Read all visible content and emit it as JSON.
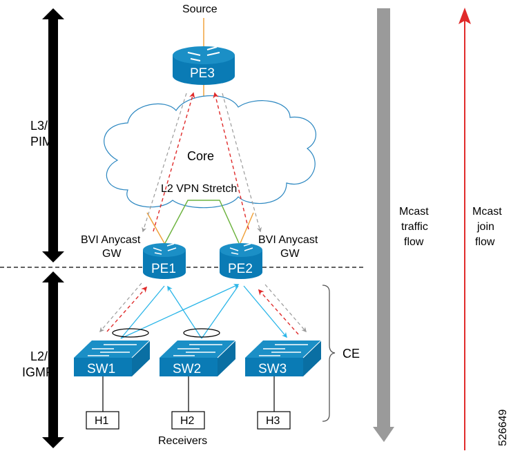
{
  "diagram": {
    "source_label": "Source",
    "core_label": "Core",
    "l2vpn_label": "L2 VPN Stretch",
    "bvi_left": [
      "BVI Anycast",
      "GW"
    ],
    "bvi_right": [
      "BVI Anycast",
      "GW"
    ],
    "layers": {
      "top": [
        "L3/",
        "PIM"
      ],
      "bottom": [
        "L2/",
        "IGMP"
      ]
    },
    "routers": [
      {
        "id": "pe3",
        "label": "PE3"
      },
      {
        "id": "pe1",
        "label": "PE1"
      },
      {
        "id": "pe2",
        "label": "PE2"
      }
    ],
    "switches": [
      {
        "id": "sw1",
        "label": "SW1"
      },
      {
        "id": "sw2",
        "label": "SW2"
      },
      {
        "id": "sw3",
        "label": "SW3"
      }
    ],
    "hosts": [
      {
        "id": "h1",
        "label": "H1"
      },
      {
        "id": "h2",
        "label": "H2"
      },
      {
        "id": "h3",
        "label": "H3"
      }
    ],
    "receivers_label": "Receivers",
    "ce_label": "CE",
    "legend": {
      "traffic": [
        "Mcast",
        "traffic",
        "flow"
      ],
      "join": [
        "Mcast",
        "join",
        "flow"
      ]
    },
    "figure_id": "526649",
    "colors": {
      "device_blue": "#0a7bb5",
      "device_top": "#1b8fc6",
      "cloud_stroke": "#2a86c0",
      "source_line": "#f0a23c",
      "l2vpn_line": "#6db33f",
      "join_red": "#e02a2a",
      "traffic_gray": "#9a9a9a",
      "access_cyan": "#29b5e8"
    }
  }
}
